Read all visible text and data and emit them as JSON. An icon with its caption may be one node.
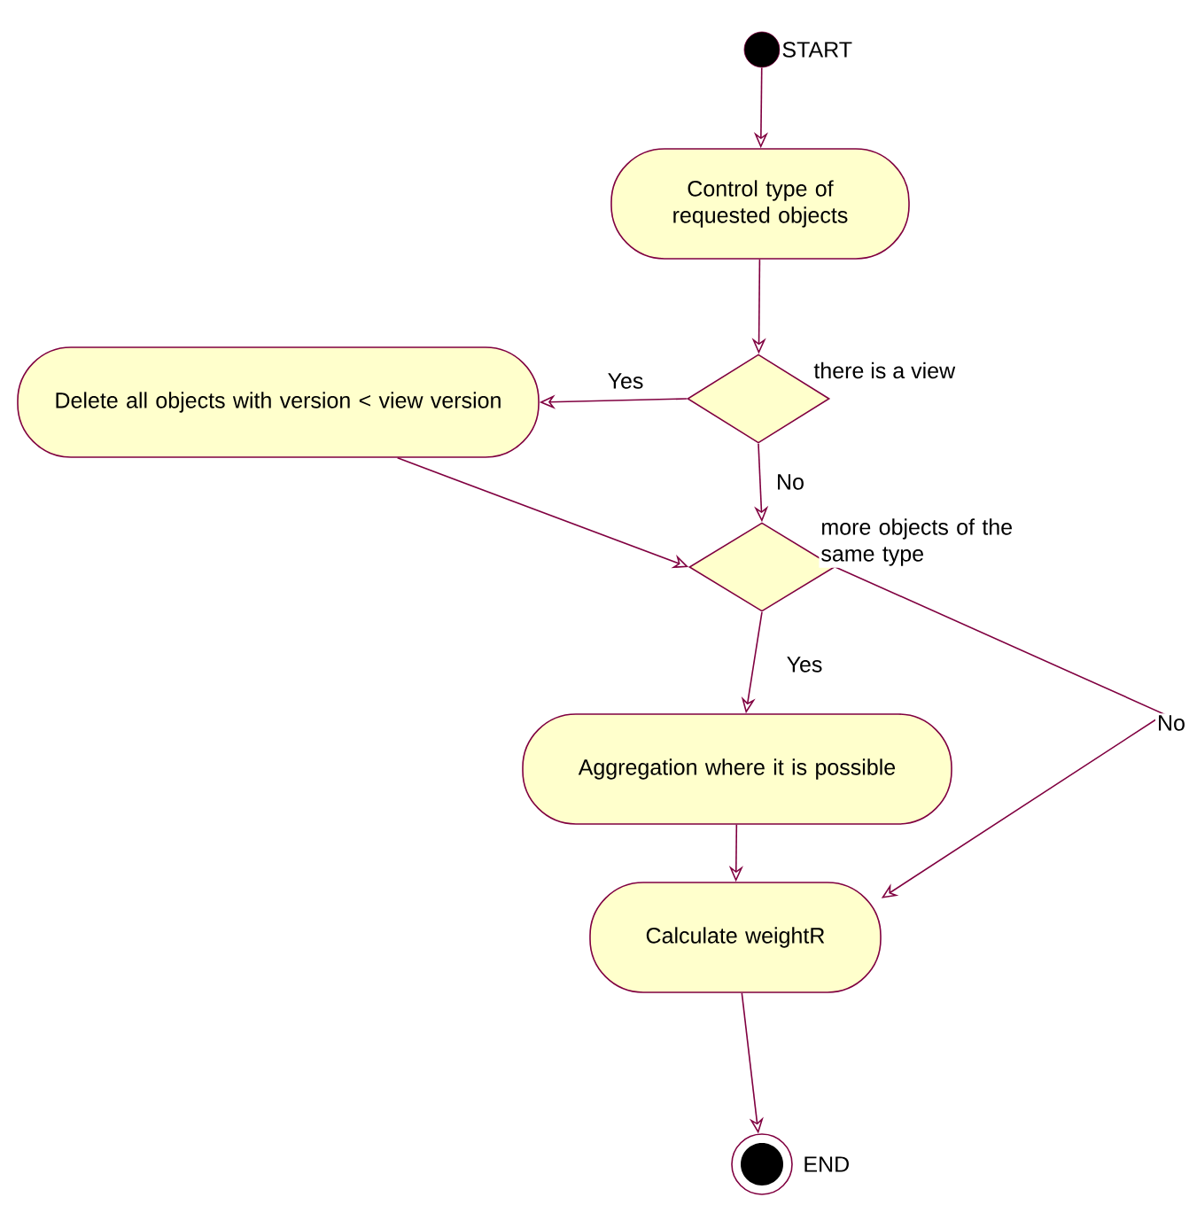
{
  "diagram": {
    "nodes": [
      {
        "text": [],
        "shape": "circle",
        "beside": [
          "START"
        ]
      },
      {
        "text": [
          "Control type of requested objects"
        ]
      },
      {
        "text": [],
        "shape": "diamond",
        "beside": [
          "there is a view"
        ]
      },
      {
        "text": [
          "Delete all objects with version < view version"
        ]
      },
      {
        "text": [],
        "shape": "diamond",
        "beside": [
          "more objects of the same type"
        ]
      },
      {
        "text": [
          "Aggregation where it is possible"
        ]
      },
      {
        "text": [
          "Calculate weightR"
        ]
      },
      {
        "text": [],
        "shape": "circle",
        "beside": [
          "END"
        ]
      }
    ],
    "edges": [
      {
        "from": 0,
        "to": 1,
        "arrow": "to"
      },
      {
        "from": 1,
        "to": 2,
        "arrow": "to"
      },
      {
        "from": 2,
        "to": 3,
        "arrow": "to",
        "label": "Yes"
      },
      {
        "from": 2,
        "to": 4,
        "arrow": "to",
        "label": "No"
      },
      {
        "from": 3,
        "to": 4,
        "arrow": "to"
      },
      {
        "from": 4,
        "to": 5,
        "arrow": "to",
        "label": "Yes"
      },
      {
        "from": 4,
        "to": 6,
        "arrow": "to",
        "label": "No"
      },
      {
        "from": 5,
        "to": 6,
        "arrow": "to"
      },
      {
        "from": 6,
        "to": 7,
        "arrow": "to"
      }
    ]
  }
}
